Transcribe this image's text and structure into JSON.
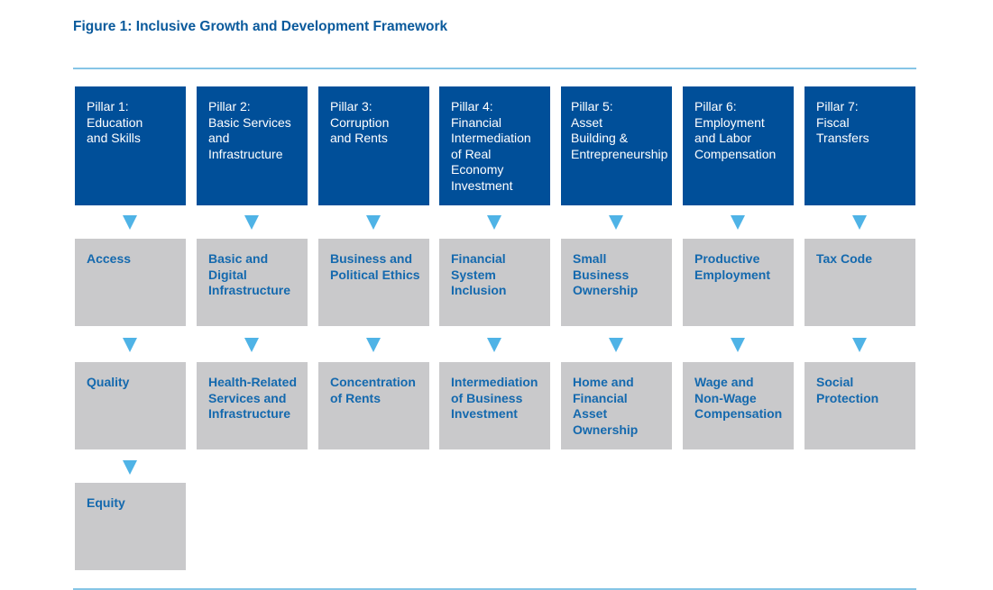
{
  "figure": {
    "title": "Figure 1: Inclusive Growth and Development Framework"
  },
  "colors": {
    "pillar_fill": "#004f99",
    "cell_fill": "#c9c9cb",
    "arrow": "#4fb3e6",
    "title_text": "#0a5a9c",
    "cell_text": "#1469ae",
    "rule": "#86c5e6"
  },
  "pillars": [
    {
      "header": "Pillar 1:\nEducation\nand Skills",
      "cells": [
        "Access",
        "Quality",
        "Equity"
      ]
    },
    {
      "header": "Pillar 2:\nBasic Services\nand\nInfrastructure",
      "cells": [
        "Basic and\nDigital\nInfrastructure",
        "Health-Related\nServices and\nInfrastructure"
      ]
    },
    {
      "header": "Pillar 3:\nCorruption\nand Rents",
      "cells": [
        "Business and\nPolitical Ethics",
        "Concentration\nof Rents"
      ]
    },
    {
      "header": "Pillar 4:\nFinancial\nIntermediation\nof Real\nEconomy\nInvestment",
      "cells": [
        "Financial\nSystem\nInclusion",
        "Intermediation\nof Business\nInvestment"
      ]
    },
    {
      "header": "Pillar 5:\nAsset\nBuilding &\nEntrepreneurship",
      "cells": [
        "Small\nBusiness\nOwnership",
        "Home and\nFinancial\nAsset\nOwnership"
      ]
    },
    {
      "header": "Pillar 6:\nEmployment\nand Labor\nCompensation",
      "cells": [
        "Productive\nEmployment",
        "Wage and\nNon-Wage\nCompensation"
      ]
    },
    {
      "header": "Pillar 7:\nFiscal\nTransfers",
      "cells": [
        "Tax Code",
        "Social\nProtection"
      ]
    }
  ]
}
